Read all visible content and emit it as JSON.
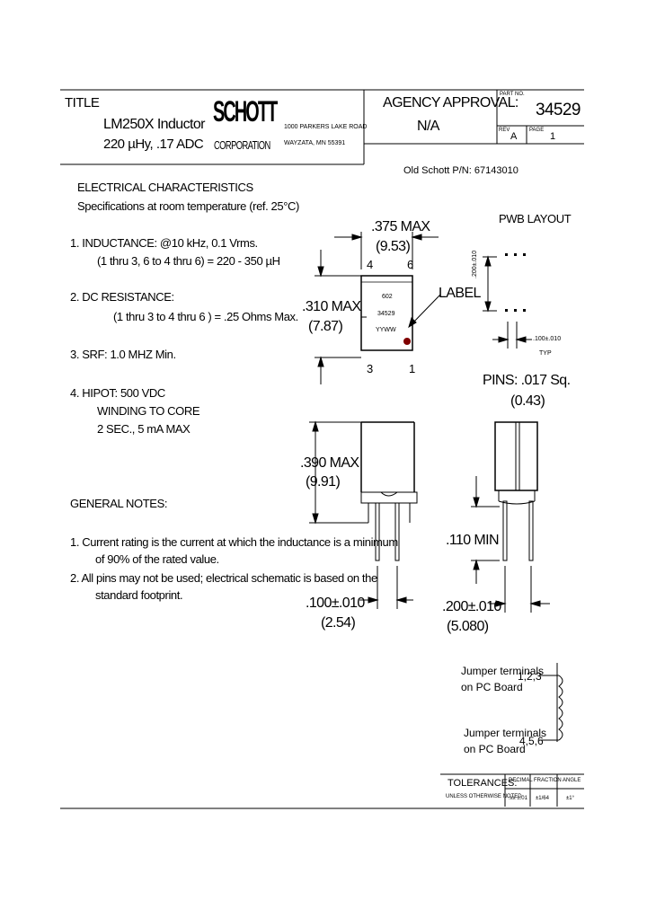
{
  "title_block": {
    "title_label": "TITLE",
    "product_line1": "LM250X Inductor",
    "product_line2": "220 µHy, .17 ADC",
    "logo_text": "SCHOTT",
    "corporation": "CORPORATION",
    "address_line1": "1000 PARKERS LAKE ROAD",
    "address_line2": "WAYZATA, MN 55391",
    "agency_label": "AGENCY APPROVAL:",
    "agency_value": "N/A",
    "part_label": "PART NO.",
    "part_no": "34529",
    "rev_label": "REV",
    "rev_value": "A",
    "page_label": "PAGE",
    "page_value": "1",
    "old_part": "Old Schott P/N: 67143010"
  },
  "specs": {
    "heading": "ELECTRICAL CHARACTERISTICS",
    "subheading": "Specifications at room temperature (ref. 25°C)",
    "inductance_1": "1. INDUCTANCE: @10 kHz, 0.1 Vrms.",
    "inductance_2": "(1 thru 3, 6 to 4 thru 6) = 220 - 350 µH",
    "dcr_1": "2. DC RESISTANCE:",
    "dcr_2": "(1 thru 3 to 4 thru 6 ) = .25 Ohms Max.",
    "srf": "3. SRF: 1.0 MHZ  Min.",
    "hipot_1": "4. HIPOT: 500 VDC",
    "hipot_2": "WINDING TO CORE",
    "hipot_3": "2 SEC., 5 mA MAX"
  },
  "notes": {
    "heading": "GENERAL NOTES:",
    "note1a": "1.  Current rating is the current at which the inductance is a minimum",
    "note1b": "of 90% of the rated value.",
    "note2a": "2.  All pins may not be used; electrical schematic is based on the",
    "note2b": "standard footprint."
  },
  "drawing": {
    "width_max": ".375 MAX",
    "width_mm": "(9.53)",
    "pin4": "4",
    "pin6": "6",
    "pin3": "3",
    "pin1": "1",
    "depth_max": ".310 MAX",
    "depth_mm": "(7.87)",
    "marking1": "602",
    "marking2": "34529",
    "marking3": "YYWW",
    "label": "LABEL",
    "pwb_layout": "PWB LAYOUT",
    "pwb_pitch": ".200±.010",
    "pwb_hole": ".100±.010",
    "pwb_typ": "TYP",
    "pins_sq": "PINS: .017 Sq.",
    "pins_mm": "(0.43)",
    "height_max": ".390 MAX",
    "height_mm": "(9.91)",
    "lead_min": ".110 MIN",
    "pitch_front": ".100±.010",
    "pitch_front_mm": "(2.54)",
    "pitch_side": ".200±.010",
    "pitch_side_mm": "(5.080)"
  },
  "schematic": {
    "jumper1a": "Jumper terminals",
    "jumper1b": "on PC Board",
    "pins_top": "1,2,3",
    "jumper2a": "Jumper terminals",
    "jumper2b": "on PC Board",
    "pins_bottom": "4,5,6"
  },
  "tolerances": {
    "label": "TOLERANCES:",
    "sub": "UNLESS OTHERWISE NOTED",
    "col1": "DECIMAL",
    "col2": "FRACTION",
    "col3": "ANGLE",
    "val1": ".xx  ±.01",
    "val2": "±1/64",
    "val3": "±1°"
  }
}
